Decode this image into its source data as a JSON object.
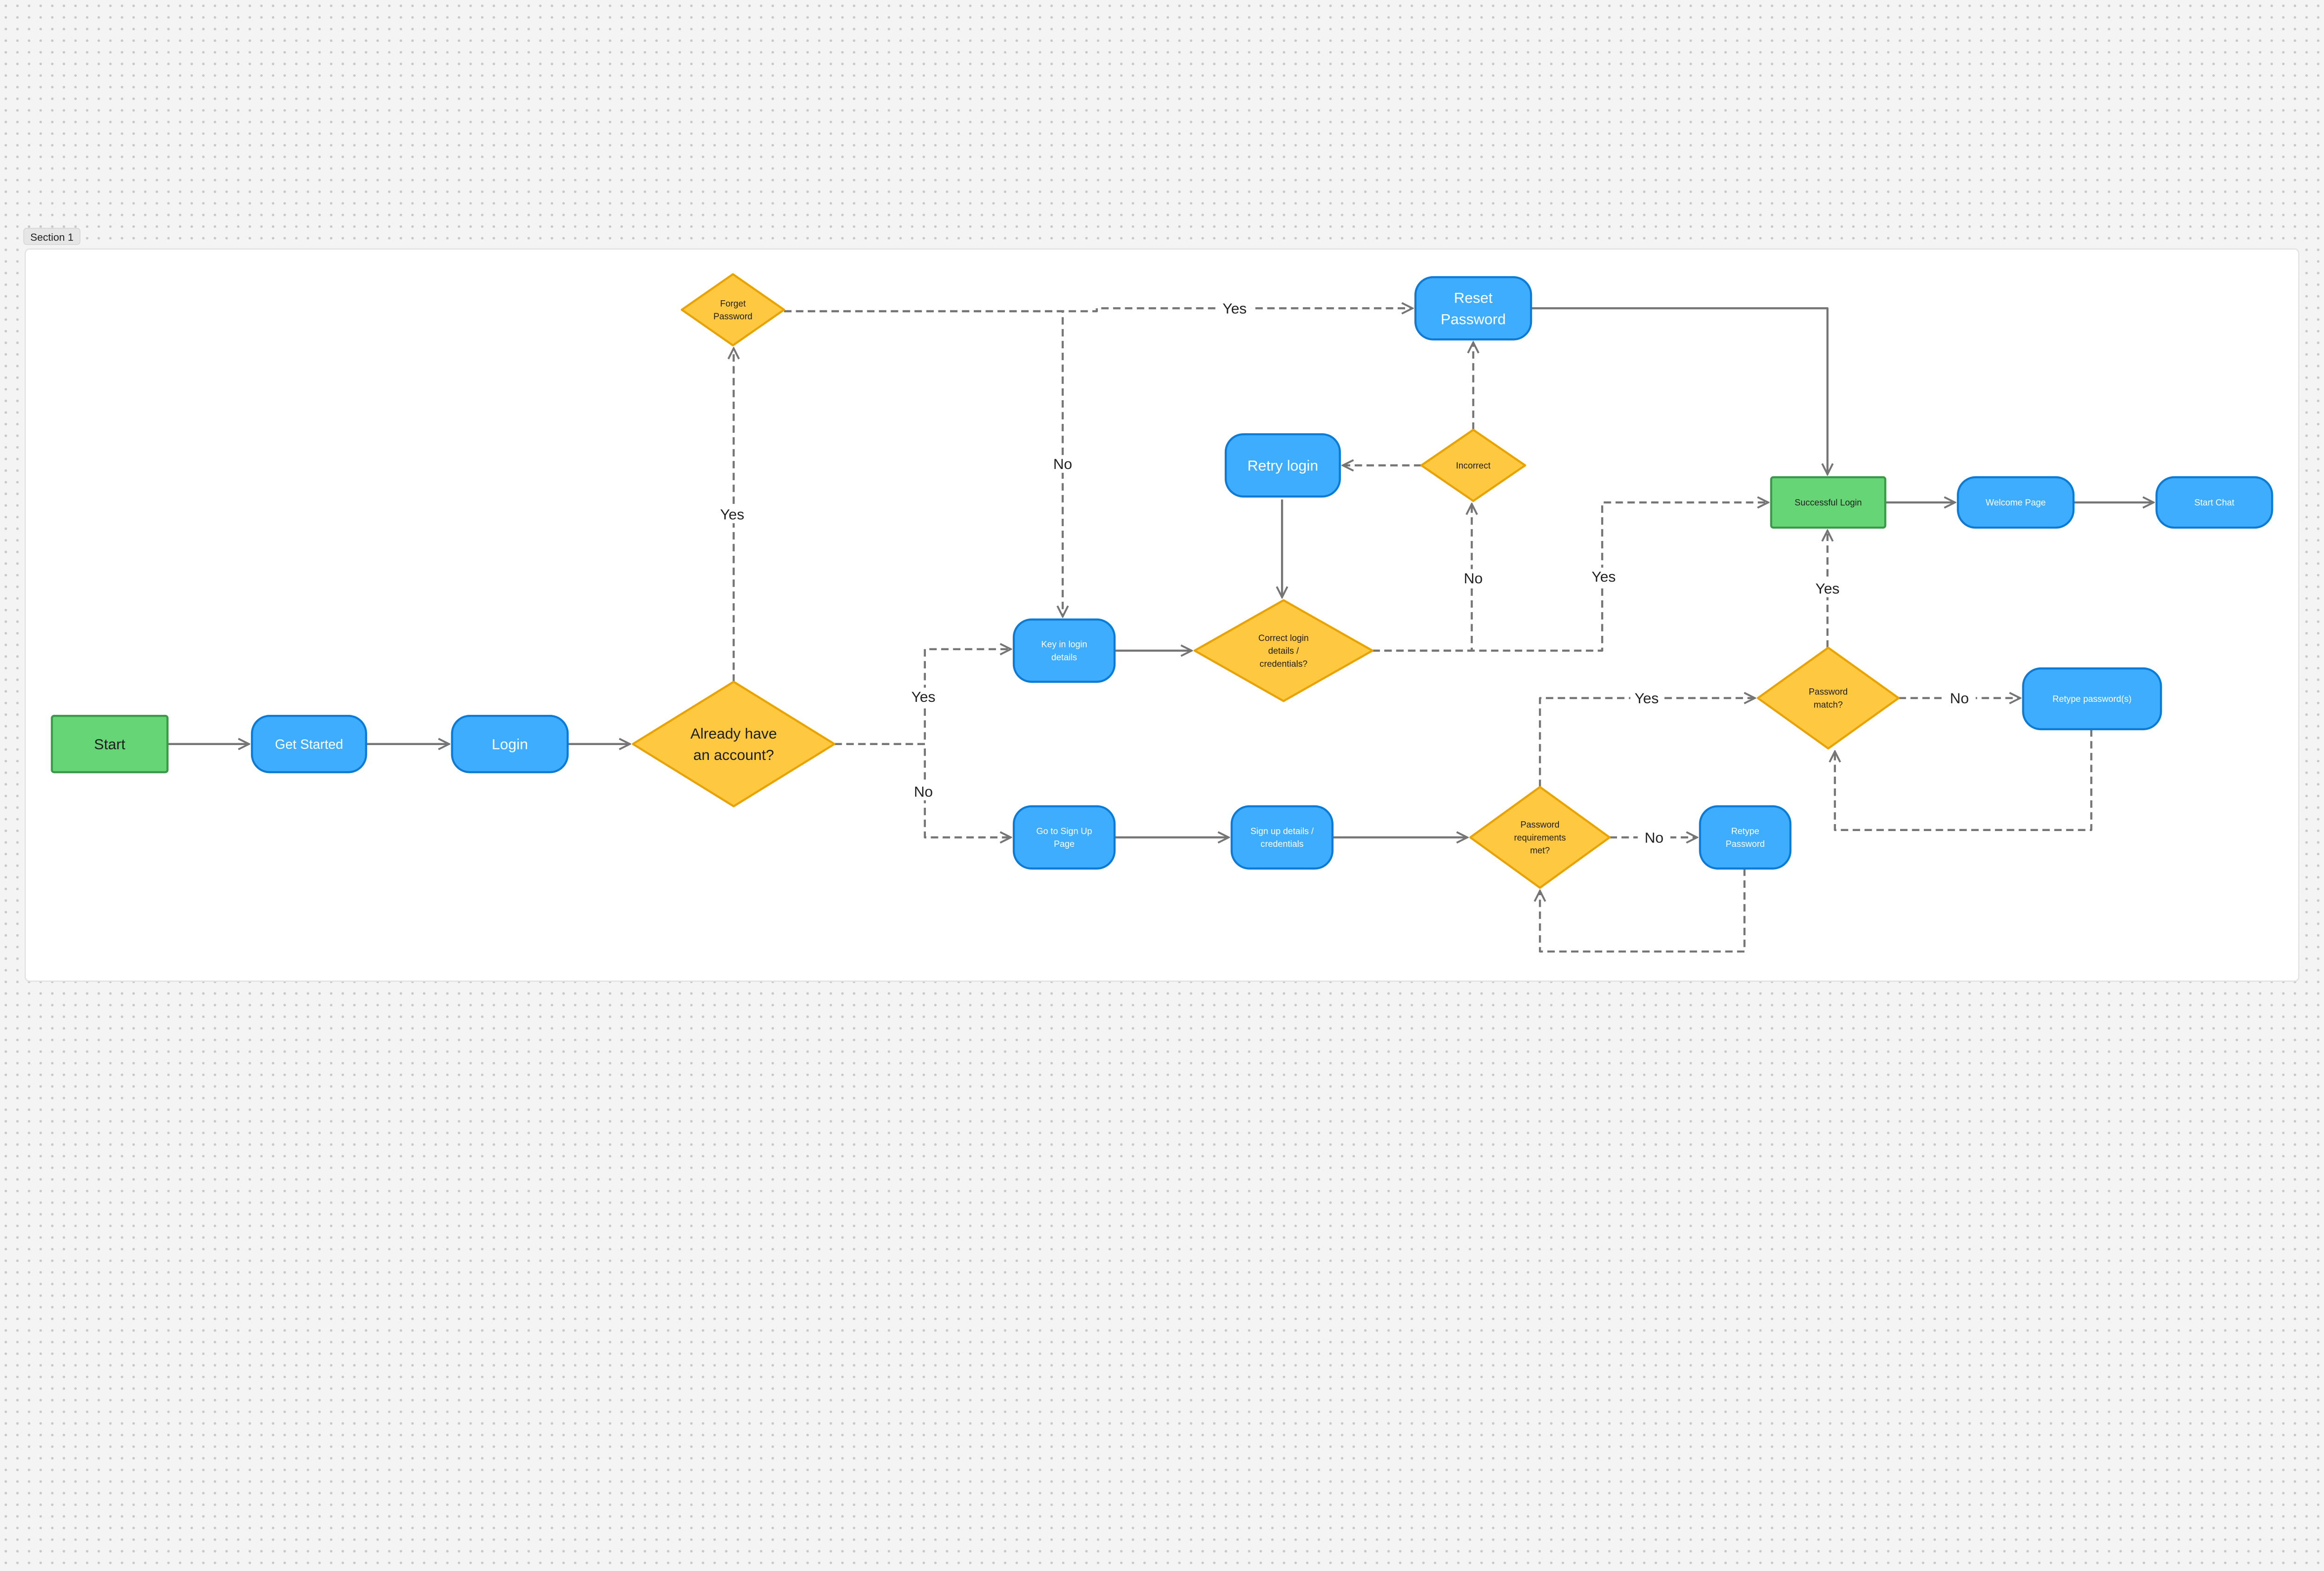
{
  "section": {
    "label": "Section 1"
  },
  "colors": {
    "process_fill": "#3fadfd",
    "process_stroke": "#0b7bd6",
    "terminal_fill": "#66d575",
    "terminal_stroke": "#3a9a4a",
    "decision_fill": "#fec841",
    "decision_stroke": "#e9a300",
    "edge": "#757575",
    "section_bg": "#ffffff"
  },
  "nodes": [
    {
      "id": "start",
      "shape": "rect",
      "kind": "terminal",
      "lines": [
        "Start"
      ]
    },
    {
      "id": "get_started",
      "shape": "rounded",
      "kind": "process",
      "lines": [
        "Get Started"
      ]
    },
    {
      "id": "login",
      "shape": "rounded",
      "kind": "process",
      "lines": [
        "Login"
      ]
    },
    {
      "id": "already_account",
      "shape": "diamond",
      "kind": "decision",
      "lines": [
        "Already have",
        "an account?"
      ]
    },
    {
      "id": "forget_password",
      "shape": "diamond",
      "kind": "decision",
      "lines": [
        "Forget",
        "Password"
      ]
    },
    {
      "id": "reset_password",
      "shape": "rounded",
      "kind": "process",
      "lines": [
        "Reset",
        "Password"
      ]
    },
    {
      "id": "retry_login",
      "shape": "rounded",
      "kind": "process",
      "lines": [
        "Retry login"
      ]
    },
    {
      "id": "incorrect",
      "shape": "diamond",
      "kind": "decision",
      "lines": [
        "Incorrect"
      ]
    },
    {
      "id": "key_in_login",
      "shape": "rounded",
      "kind": "process",
      "lines": [
        "Key in login",
        "details"
      ]
    },
    {
      "id": "correct_login",
      "shape": "diamond",
      "kind": "decision",
      "lines": [
        "Correct login",
        "details /",
        "credentials?"
      ]
    },
    {
      "id": "successful_login",
      "shape": "rect",
      "kind": "terminal",
      "lines": [
        "Successful Login"
      ]
    },
    {
      "id": "welcome_page",
      "shape": "rounded",
      "kind": "process",
      "lines": [
        "Welcome Page"
      ]
    },
    {
      "id": "start_chat",
      "shape": "rounded",
      "kind": "process",
      "lines": [
        "Start Chat"
      ]
    },
    {
      "id": "password_match",
      "shape": "diamond",
      "kind": "decision",
      "lines": [
        "Password",
        "match?"
      ]
    },
    {
      "id": "retype_passwords",
      "shape": "rounded",
      "kind": "process",
      "lines": [
        "Retype password(s)"
      ]
    },
    {
      "id": "go_signup",
      "shape": "rounded",
      "kind": "process",
      "lines": [
        "Go to Sign Up",
        "Page"
      ]
    },
    {
      "id": "signup_details",
      "shape": "rounded",
      "kind": "process",
      "lines": [
        "Sign up details /",
        "credentials"
      ]
    },
    {
      "id": "password_requirements",
      "shape": "diamond",
      "kind": "decision",
      "lines": [
        "Password",
        "requirements",
        "met?"
      ]
    },
    {
      "id": "retype_password",
      "shape": "rounded",
      "kind": "process",
      "lines": [
        "Retype",
        "Password"
      ]
    }
  ],
  "edges": [
    {
      "from": "start",
      "to": "get_started",
      "style": "solid",
      "label": ""
    },
    {
      "from": "get_started",
      "to": "login",
      "style": "solid",
      "label": ""
    },
    {
      "from": "login",
      "to": "already_account",
      "style": "solid",
      "label": ""
    },
    {
      "from": "already_account",
      "to": "key_in_login",
      "style": "dashed",
      "label": "Yes"
    },
    {
      "from": "already_account",
      "to": "go_signup",
      "style": "dashed",
      "label": "No"
    },
    {
      "from": "already_account",
      "to": "forget_password",
      "style": "dashed",
      "label": "Yes"
    },
    {
      "from": "forget_password",
      "to": "reset_password",
      "style": "dashed",
      "label": "Yes"
    },
    {
      "from": "forget_password",
      "to": "key_in_login",
      "style": "dashed",
      "label": "No"
    },
    {
      "from": "key_in_login",
      "to": "correct_login",
      "style": "solid",
      "label": ""
    },
    {
      "from": "retry_login",
      "to": "correct_login",
      "style": "solid",
      "label": ""
    },
    {
      "from": "correct_login",
      "to": "incorrect",
      "style": "dashed",
      "label": "No"
    },
    {
      "from": "correct_login",
      "to": "successful_login",
      "style": "dashed",
      "label": "Yes"
    },
    {
      "from": "incorrect",
      "to": "retry_login",
      "style": "dashed",
      "label": ""
    },
    {
      "from": "incorrect",
      "to": "reset_password",
      "style": "dashed",
      "label": ""
    },
    {
      "from": "reset_password",
      "to": "successful_login",
      "style": "solid",
      "label": ""
    },
    {
      "from": "successful_login",
      "to": "welcome_page",
      "style": "solid",
      "label": ""
    },
    {
      "from": "welcome_page",
      "to": "start_chat",
      "style": "solid",
      "label": ""
    },
    {
      "from": "password_match",
      "to": "successful_login",
      "style": "dashed",
      "label": "Yes"
    },
    {
      "from": "password_match",
      "to": "retype_passwords",
      "style": "dashed",
      "label": "No"
    },
    {
      "from": "retype_passwords",
      "to": "password_match",
      "style": "dashed",
      "label": ""
    },
    {
      "from": "go_signup",
      "to": "signup_details",
      "style": "solid",
      "label": ""
    },
    {
      "from": "signup_details",
      "to": "password_requirements",
      "style": "solid",
      "label": ""
    },
    {
      "from": "password_requirements",
      "to": "password_match",
      "style": "dashed",
      "label": "Yes"
    },
    {
      "from": "password_requirements",
      "to": "retype_password",
      "style": "dashed",
      "label": "No"
    },
    {
      "from": "retype_password",
      "to": "password_requirements",
      "style": "dashed",
      "label": ""
    }
  ]
}
